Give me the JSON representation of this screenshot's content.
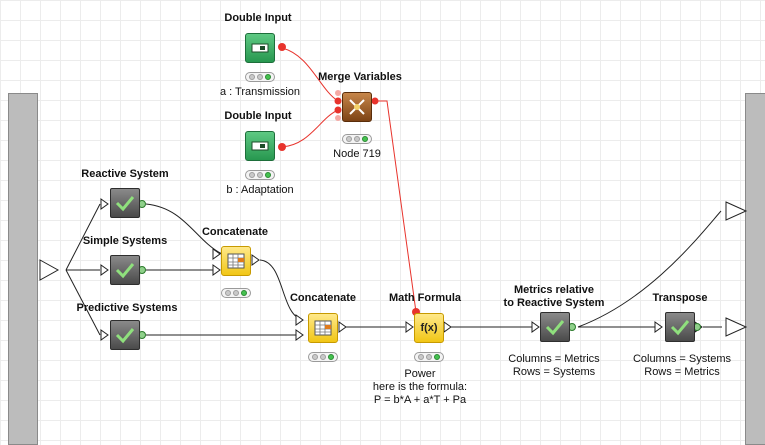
{
  "nodes": {
    "double_input_1": {
      "title": "Double Input",
      "label": "a : Transmission"
    },
    "double_input_2": {
      "title": "Double Input",
      "label": "b : Adaptation"
    },
    "merge_variables": {
      "title": "Merge Variables",
      "label": "Node 719"
    },
    "reactive_system": {
      "title": "Reactive System"
    },
    "simple_systems": {
      "title": "Simple Systems"
    },
    "predictive_systems": {
      "title": "Predictive Systems"
    },
    "concatenate_1": {
      "title": "Concatenate"
    },
    "concatenate_2": {
      "title": "Concatenate"
    },
    "math_formula": {
      "title": "Math Formula",
      "icon_text": "f(x)",
      "label_lines": [
        "Power",
        "here is the formula:",
        "P = b*A + a*T + Pa"
      ]
    },
    "metrics_relative": {
      "title_lines": [
        "Metrics relative",
        "to Reactive System"
      ],
      "label_lines": [
        "Columns = Metrics",
        "Rows = Systems"
      ]
    },
    "transpose": {
      "title": "Transpose",
      "label_lines": [
        "Columns = Systems",
        "Rows = Metrics"
      ]
    }
  },
  "colors": {
    "flow_variable_line": "#e8332c",
    "data_line": "#222222",
    "node_green": "#27974f",
    "node_yellow": "#f1c616",
    "node_brown": "#7d4315",
    "node_dark": "#4a4a4a",
    "status_green": "#44c14f"
  },
  "icons": {
    "input": "slider-input-icon",
    "manipulator": "checkmark-icon",
    "table": "table-icon",
    "merge": "merge-icon",
    "formula": "function-icon"
  }
}
